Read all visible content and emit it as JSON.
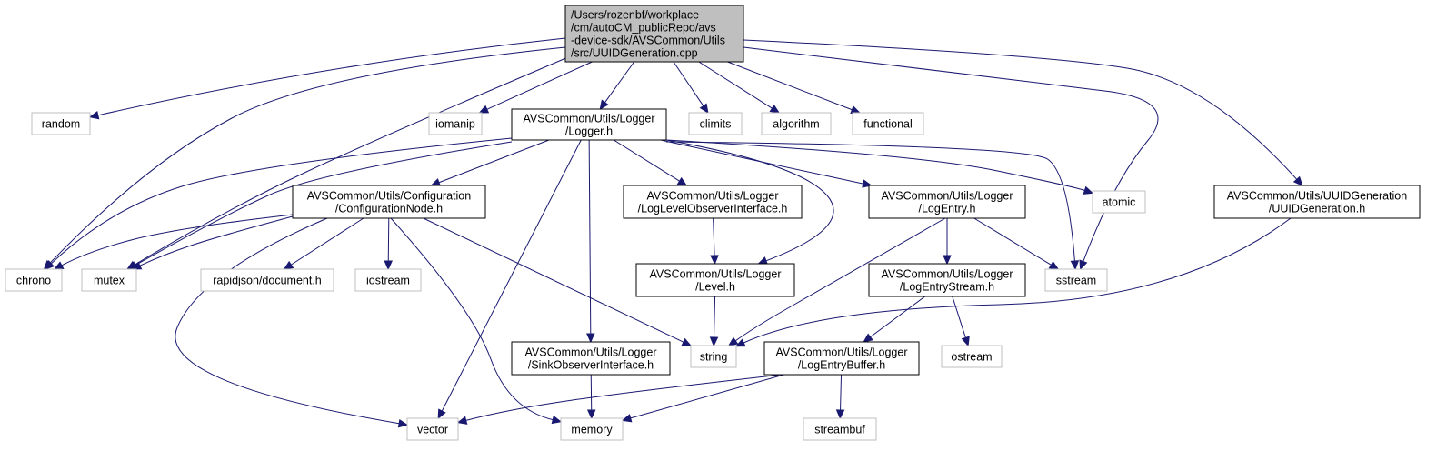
{
  "diagram": {
    "type": "include-dependency-graph",
    "edge_color": "#191970",
    "root_fill": "#bfbfbf",
    "system_border": "#bfbfbf",
    "nodes": {
      "root": {
        "lines": [
          "/Users/rozenbf/workplace",
          "/cm/autoCM_publicRepo/avs",
          "-device-sdk/AVSCommon/Utils",
          "/src/UUIDGeneration.cpp"
        ],
        "kind": "root"
      },
      "random": {
        "lines": [
          "random"
        ],
        "kind": "system"
      },
      "iomanip": {
        "lines": [
          "iomanip"
        ],
        "kind": "system"
      },
      "logger": {
        "lines": [
          "AVSCommon/Utils/Logger",
          "/Logger.h"
        ],
        "kind": "doc"
      },
      "climits": {
        "lines": [
          "climits"
        ],
        "kind": "system"
      },
      "algorithm": {
        "lines": [
          "algorithm"
        ],
        "kind": "system"
      },
      "functional": {
        "lines": [
          "functional"
        ],
        "kind": "system"
      },
      "uuidh": {
        "lines": [
          "AVSCommon/Utils/UUIDGeneration",
          "/UUIDGeneration.h"
        ],
        "kind": "doc"
      },
      "atomic": {
        "lines": [
          "atomic"
        ],
        "kind": "system"
      },
      "confnode": {
        "lines": [
          "AVSCommon/Utils/Configuration",
          "/ConfigurationNode.h"
        ],
        "kind": "doc"
      },
      "loglevelobs": {
        "lines": [
          "AVSCommon/Utils/Logger",
          "/LogLevelObserverInterface.h"
        ],
        "kind": "doc"
      },
      "logentry": {
        "lines": [
          "AVSCommon/Utils/Logger",
          "/LogEntry.h"
        ],
        "kind": "doc"
      },
      "chrono": {
        "lines": [
          "chrono"
        ],
        "kind": "system"
      },
      "mutex": {
        "lines": [
          "mutex"
        ],
        "kind": "system"
      },
      "rapidjson": {
        "lines": [
          "rapidjson/document.h"
        ],
        "kind": "system"
      },
      "iostream": {
        "lines": [
          "iostream"
        ],
        "kind": "system"
      },
      "level": {
        "lines": [
          "AVSCommon/Utils/Logger",
          "/Level.h"
        ],
        "kind": "doc"
      },
      "logentrystream": {
        "lines": [
          "AVSCommon/Utils/Logger",
          "/LogEntryStream.h"
        ],
        "kind": "doc"
      },
      "sstream": {
        "lines": [
          "sstream"
        ],
        "kind": "system"
      },
      "string": {
        "lines": [
          "string"
        ],
        "kind": "system"
      },
      "ostream": {
        "lines": [
          "ostream"
        ],
        "kind": "system"
      },
      "sinkobs": {
        "lines": [
          "AVSCommon/Utils/Logger",
          "/SinkObserverInterface.h"
        ],
        "kind": "doc"
      },
      "logentrybuffer": {
        "lines": [
          "AVSCommon/Utils/Logger",
          "/LogEntryBuffer.h"
        ],
        "kind": "doc"
      },
      "vector": {
        "lines": [
          "vector"
        ],
        "kind": "system"
      },
      "memory": {
        "lines": [
          "memory"
        ],
        "kind": "system"
      },
      "streambuf": {
        "lines": [
          "streambuf"
        ],
        "kind": "system"
      }
    },
    "edges": [
      [
        "root",
        "random"
      ],
      [
        "root",
        "chrono"
      ],
      [
        "root",
        "mutex"
      ],
      [
        "root",
        "iomanip"
      ],
      [
        "root",
        "logger"
      ],
      [
        "root",
        "climits"
      ],
      [
        "root",
        "algorithm"
      ],
      [
        "root",
        "functional"
      ],
      [
        "root",
        "sstream"
      ],
      [
        "root",
        "uuidh"
      ],
      [
        "logger",
        "chrono"
      ],
      [
        "logger",
        "mutex"
      ],
      [
        "logger",
        "confnode"
      ],
      [
        "logger",
        "vector"
      ],
      [
        "logger",
        "sinkobs"
      ],
      [
        "logger",
        "loglevelobs"
      ],
      [
        "logger",
        "level"
      ],
      [
        "logger",
        "logentry"
      ],
      [
        "logger",
        "sstream"
      ],
      [
        "logger",
        "atomic"
      ],
      [
        "confnode",
        "chrono"
      ],
      [
        "confnode",
        "mutex"
      ],
      [
        "confnode",
        "rapidjson"
      ],
      [
        "confnode",
        "iostream"
      ],
      [
        "confnode",
        "vector"
      ],
      [
        "confnode",
        "memory"
      ],
      [
        "confnode",
        "string"
      ],
      [
        "loglevelobs",
        "level"
      ],
      [
        "level",
        "string"
      ],
      [
        "logentry",
        "string"
      ],
      [
        "logentry",
        "logentrystream"
      ],
      [
        "logentry",
        "sstream"
      ],
      [
        "logentrystream",
        "logentrybuffer"
      ],
      [
        "logentrystream",
        "ostream"
      ],
      [
        "sinkobs",
        "memory"
      ],
      [
        "logentrybuffer",
        "vector"
      ],
      [
        "logentrybuffer",
        "memory"
      ],
      [
        "logentrybuffer",
        "streambuf"
      ],
      [
        "uuidh",
        "string"
      ]
    ]
  }
}
